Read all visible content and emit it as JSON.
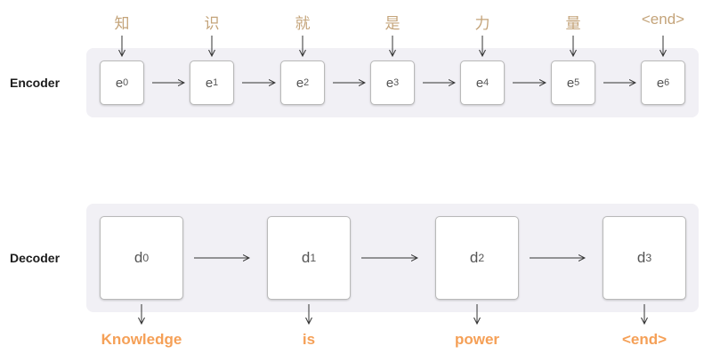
{
  "encoder": {
    "label": "Encoder",
    "inputs": [
      "知",
      "识",
      "就",
      "是",
      "力",
      "量",
      "<end>"
    ],
    "states": [
      {
        "base": "e",
        "sub": "0"
      },
      {
        "base": "e",
        "sub": "1"
      },
      {
        "base": "e",
        "sub": "2"
      },
      {
        "base": "e",
        "sub": "3"
      },
      {
        "base": "e",
        "sub": "4"
      },
      {
        "base": "e",
        "sub": "5"
      },
      {
        "base": "e",
        "sub": "6"
      }
    ]
  },
  "decoder": {
    "label": "Decoder",
    "states": [
      {
        "base": "d",
        "sub": "0"
      },
      {
        "base": "d",
        "sub": "1"
      },
      {
        "base": "d",
        "sub": "2"
      },
      {
        "base": "d",
        "sub": "3"
      }
    ],
    "outputs": [
      "Knowledge",
      "is",
      "power",
      "<end>"
    ]
  },
  "colors": {
    "input_token": "#c4a47a",
    "output_token": "#f5a057",
    "panel": "#f1f0f5",
    "arrow": "#333333"
  }
}
